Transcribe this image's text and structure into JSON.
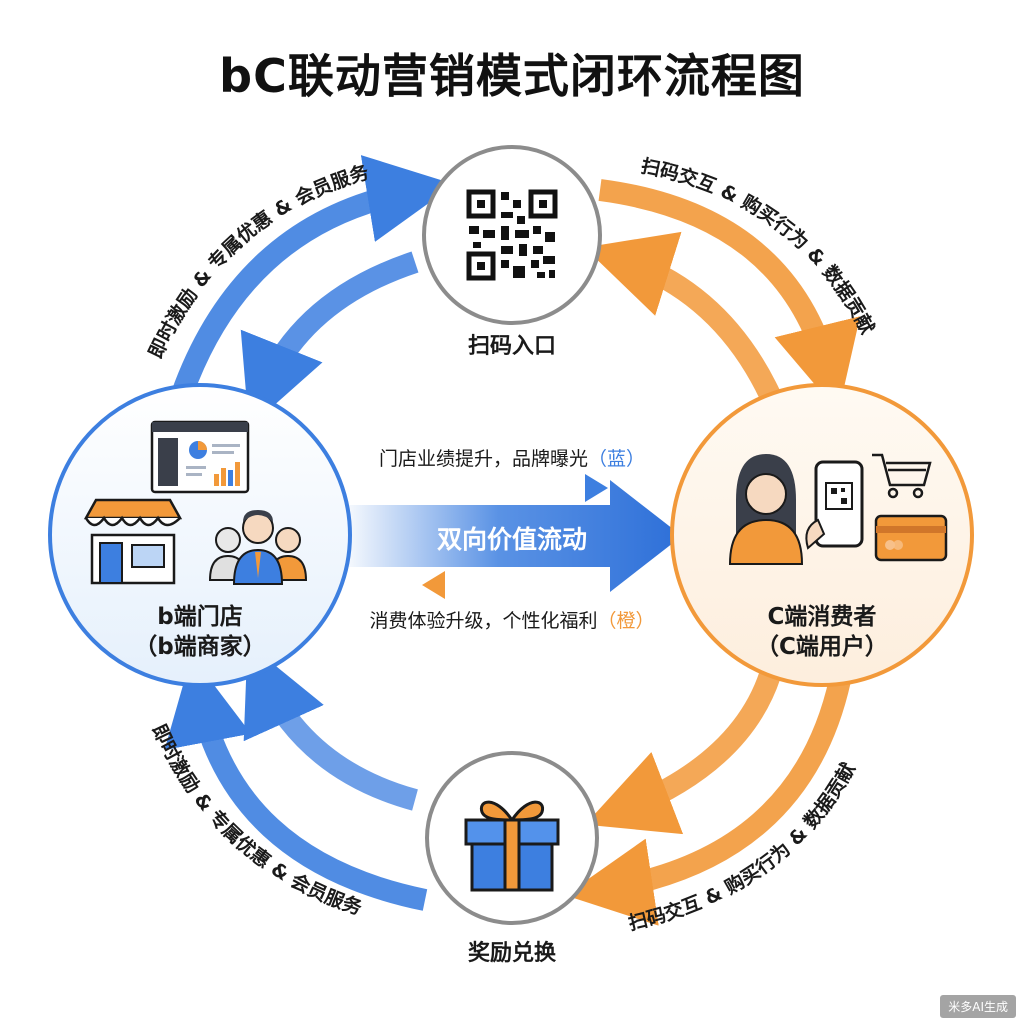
{
  "title": "bC联动营销模式闭环流程图",
  "nodes": {
    "top": {
      "label": "扫码入口"
    },
    "bottom": {
      "label": "奖励兑换"
    },
    "left": {
      "line1": "b端门店",
      "line2": "（b端商家）"
    },
    "right": {
      "line1": "C端消费者",
      "line2": "（C端用户）"
    }
  },
  "arc_labels": {
    "top_left": "即时激励 & 专属优惠 & 会员服务",
    "top_right": "扫码交互 & 购买行为 & 数据贡献",
    "bottom_left": "即时激励 & 专属优惠 & 会员服务",
    "bottom_right": "扫码交互 & 购买行为 & 数据贡献"
  },
  "center": {
    "main_label": "双向价值流动",
    "upper_text": "门店业绩提升，品牌曝光",
    "upper_tag": "（蓝）",
    "lower_text": "消费体验升级，个性化福利",
    "lower_tag": "（橙）"
  },
  "watermark": "米多AI生成",
  "colors": {
    "blue": "#3d7fe0",
    "orange": "#f2993a",
    "grey_ring": "#8c8c8c"
  }
}
